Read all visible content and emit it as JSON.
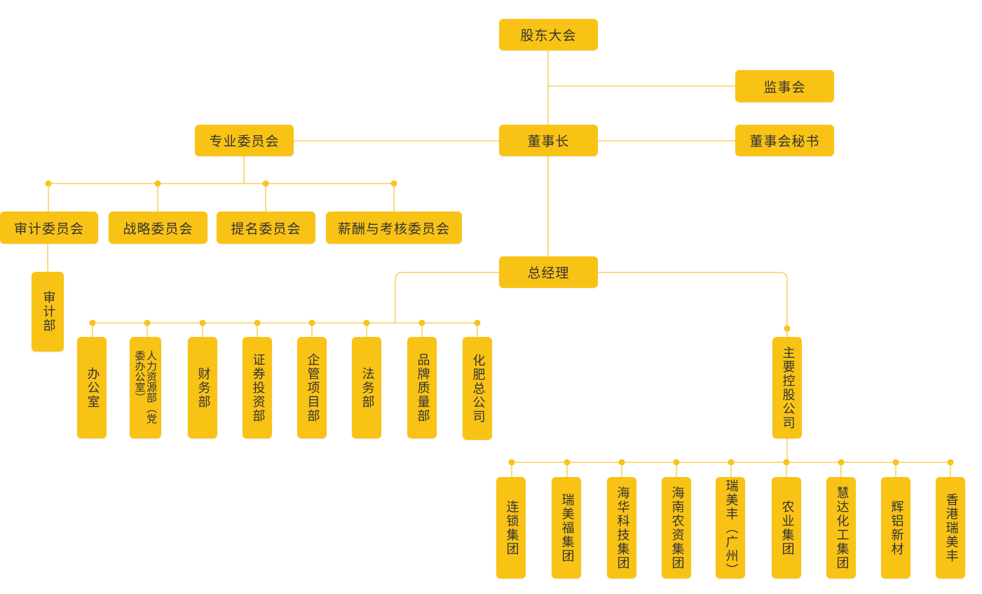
{
  "nodes": {
    "shareholders": "股东大会",
    "supervisory_board": "监事会",
    "chairman": "董事长",
    "board_secretary": "董事会秘书",
    "special_committees": "专业委员会",
    "audit_committee": "审计委员会",
    "strategy_committee": "战略委员会",
    "nomination_committee": "提名委员会",
    "compensation_committee": "薪酬与考核委员会",
    "audit_dept": "审计部",
    "general_manager": "总经理",
    "office": "办公室",
    "hr_dept": "人力资源部（党委办公室）",
    "finance_dept": "财务部",
    "securities_dept": "证券投资部",
    "project_dept": "企管项目部",
    "legal_dept": "法务部",
    "brand_dept": "品牌质量部",
    "fertilizer_co": "化肥总公司",
    "holding_companies": "主要控股公司",
    "chain_group": "连锁集团",
    "ruimeifu_group": "瑞美福集团",
    "haihua_tech": "海华科技集团",
    "hainan_agri": "海南农资集团",
    "ruimeifeng_gz": "瑞美丰（广州）",
    "agri_group": "农业集团",
    "huida_chem": "慧达化工集团",
    "huilv_material": "辉铝新材",
    "hk_ruimeifeng": "香港瑞美丰"
  },
  "colors": {
    "box": "#f9c316",
    "line": "#f5c842",
    "text": "#333333"
  }
}
